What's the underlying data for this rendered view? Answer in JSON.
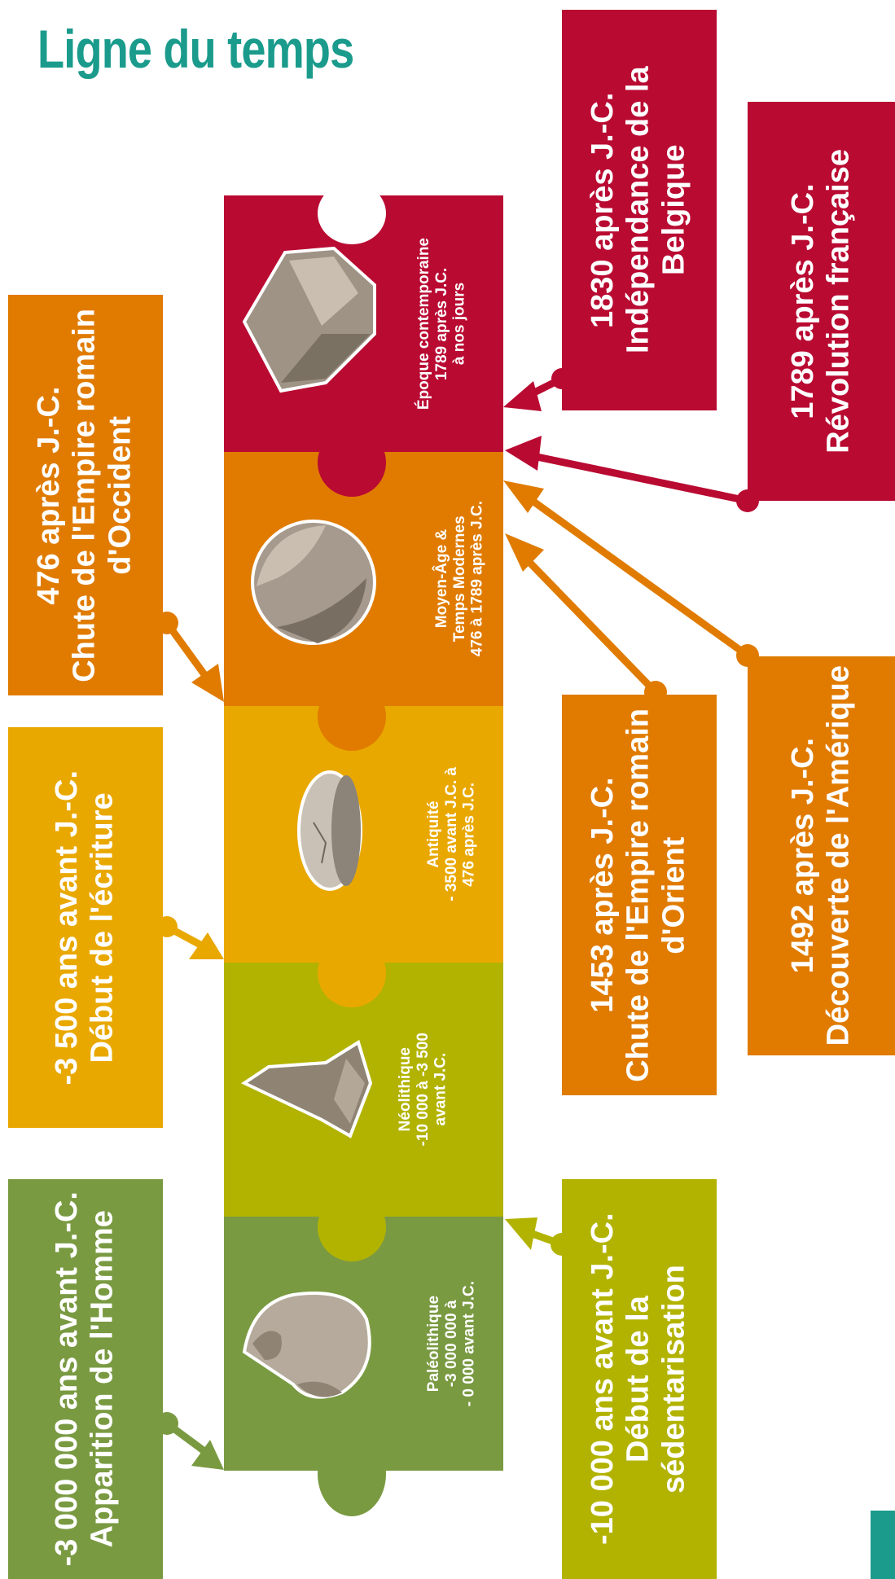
{
  "title": "Ligne du temps",
  "colors": {
    "teal": "#1a9b8c",
    "crimson": "#b90a32",
    "orange": "#e07b00",
    "gold": "#e9a800",
    "olive": "#b2b300",
    "green": "#7a9a42"
  },
  "eras": [
    {
      "key": "contemporaine",
      "lines": [
        "Époque contemporaine",
        "1789 après J.C.",
        "à nos jours"
      ],
      "color": "#b90a32"
    },
    {
      "key": "moyen-age",
      "lines": [
        "Moyen-Âge &",
        "Temps Modernes",
        "476 à 1789  après J.C."
      ],
      "color": "#e07b00"
    },
    {
      "key": "antiquite",
      "lines": [
        "Antiquité",
        "- 3500 avant J.C. à",
        "476 après J.C."
      ],
      "color": "#e9a800"
    },
    {
      "key": "neolithique",
      "lines": [
        "Néolithique",
        "-10 000 à -3 500",
        "avant J.C."
      ],
      "color": "#b2b300"
    },
    {
      "key": "paleolithique",
      "lines": [
        "Paléolithique",
        "-3 000 000 à",
        "- 0 000 avant J.C."
      ],
      "color": "#7a9a42"
    }
  ],
  "events": {
    "independance": {
      "lines": [
        "1830 après J.-C.",
        "Indépendance de la Belgique"
      ],
      "color": "#b90a32"
    },
    "revolution": {
      "lines": [
        "1789 après J.-C.",
        "Révolution française"
      ],
      "color": "#b90a32"
    },
    "empire_occident": {
      "lines": [
        "476 après J.-C.",
        "Chute de l'Empire romain",
        "d'Occident"
      ],
      "color": "#e07b00"
    },
    "ecriture": {
      "lines": [
        "-3 500 ans avant J.-C.",
        "Début de l'écriture"
      ],
      "color": "#e9a800"
    },
    "homme": {
      "lines": [
        "-3 000 000 ans avant J.-C.",
        "Apparition de l'Homme"
      ],
      "color": "#7a9a42"
    },
    "empire_orient": {
      "lines": [
        "1453 après J.-C.",
        "Chute de l'Empire romain",
        "d'Orient"
      ],
      "color": "#e07b00"
    },
    "amerique": {
      "lines": [
        "1492 après J.-C.",
        "Découverte de l'Amérique"
      ],
      "color": "#e07b00"
    },
    "sedentarisation": {
      "lines": [
        "-10 000 ans avant J.-C.",
        "Début de la sédentarisation"
      ],
      "color": "#b2b300"
    }
  }
}
